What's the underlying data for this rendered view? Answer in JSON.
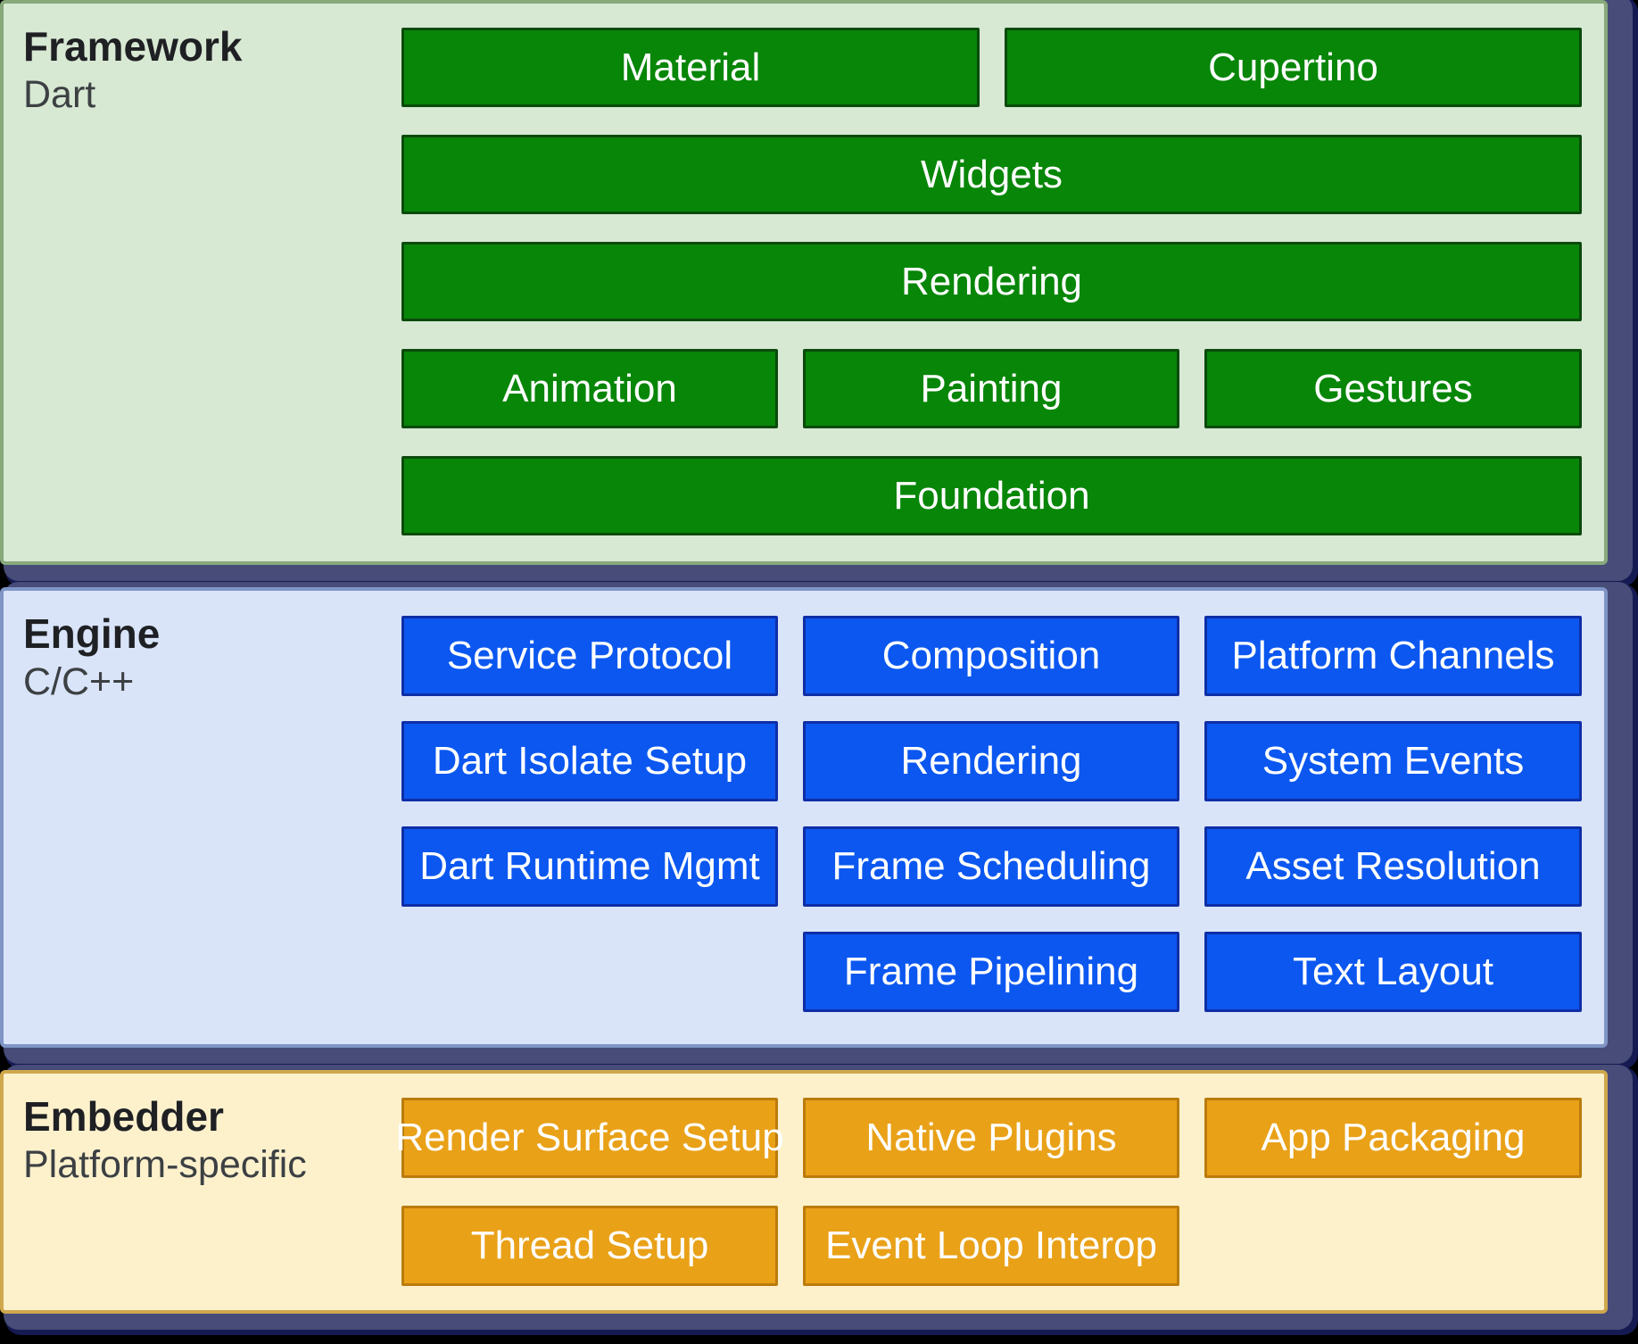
{
  "framework": {
    "title": "Framework",
    "subtitle": "Dart",
    "boxes": {
      "material": "Material",
      "cupertino": "Cupertino",
      "widgets": "Widgets",
      "rendering": "Rendering",
      "animation": "Animation",
      "painting": "Painting",
      "gestures": "Gestures",
      "foundation": "Foundation"
    }
  },
  "engine": {
    "title": "Engine",
    "subtitle": "C/C++",
    "boxes": {
      "service_protocol": "Service Protocol",
      "composition": "Composition",
      "platform_channels": "Platform Channels",
      "dart_isolate_setup": "Dart Isolate Setup",
      "rendering": "Rendering",
      "system_events": "System Events",
      "dart_runtime_mgmt": "Dart Runtime Mgmt",
      "frame_scheduling": "Frame Scheduling",
      "asset_resolution": "Asset Resolution",
      "frame_pipelining": "Frame Pipelining",
      "text_layout": "Text Layout"
    }
  },
  "embedder": {
    "title": "Embedder",
    "subtitle": "Platform-specific",
    "boxes": {
      "render_surface_setup": "Render Surface Setup",
      "native_plugins": "Native Plugins",
      "app_packaging": "App Packaging",
      "thread_setup": "Thread Setup",
      "event_loop_interop": "Event Loop Interop"
    }
  },
  "colors": {
    "framework_panel_bg": "#d7e8d3",
    "framework_panel_border": "#87a97b",
    "framework_box": "#078607",
    "framework_box_border": "#0b4a0c",
    "engine_panel_bg": "#d9e4f9",
    "engine_panel_border": "#8095c6",
    "engine_box": "#0b57f0",
    "engine_box_border": "#0f2ea6",
    "embedder_panel_bg": "#fdf1cc",
    "embedder_panel_border": "#cfa84d",
    "embedder_box": "#e9a118",
    "embedder_box_border": "#bb7b0c",
    "box_text": "#ffffff",
    "title_text": "#1f2023",
    "subtitle_text": "#3c4043",
    "panel_shadow": "#474c78",
    "page_bg": "#000000"
  }
}
